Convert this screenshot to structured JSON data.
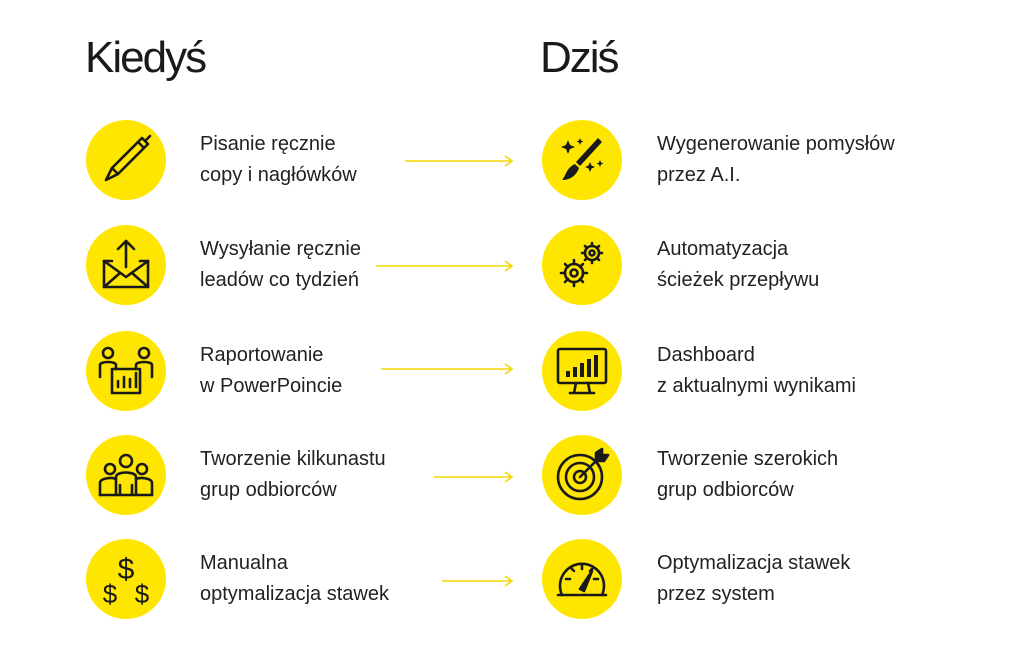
{
  "headings": {
    "before": "Kiedyś",
    "now": "Dziś"
  },
  "accent_color": "#ffe600",
  "rows": [
    {
      "before": {
        "icon": "pen-icon",
        "line1": "Pisanie ręcznie",
        "line2": "copy i nagłówków"
      },
      "now": {
        "icon": "magic-brush-icon",
        "line1": "Wygenerowanie pomysłów",
        "line2": "przez A.I."
      }
    },
    {
      "before": {
        "icon": "envelope-upload-icon",
        "line1": "Wysyłanie ręcznie",
        "line2": "leadów co tydzień"
      },
      "now": {
        "icon": "gears-icon",
        "line1": "Automatyzacja",
        "line2": "ścieżek przepływu"
      }
    },
    {
      "before": {
        "icon": "presentation-icon",
        "line1": "Raportowanie",
        "line2": "w PowerPoincie"
      },
      "now": {
        "icon": "monitor-chart-icon",
        "line1": "Dashboard",
        "line2": "z aktualnymi wynikami"
      }
    },
    {
      "before": {
        "icon": "group-icon",
        "line1": "Tworzenie kilkunastu",
        "line2": "grup odbiorców"
      },
      "now": {
        "icon": "target-icon",
        "line1": "Tworzenie szerokich",
        "line2": "grup odbiorców"
      }
    },
    {
      "before": {
        "icon": "dollar-signs-icon",
        "line1": "Manualna",
        "line2": "optymalizacja stawek"
      },
      "now": {
        "icon": "speedometer-icon",
        "line1": "Optymalizacja stawek",
        "line2": "przez system"
      }
    }
  ]
}
